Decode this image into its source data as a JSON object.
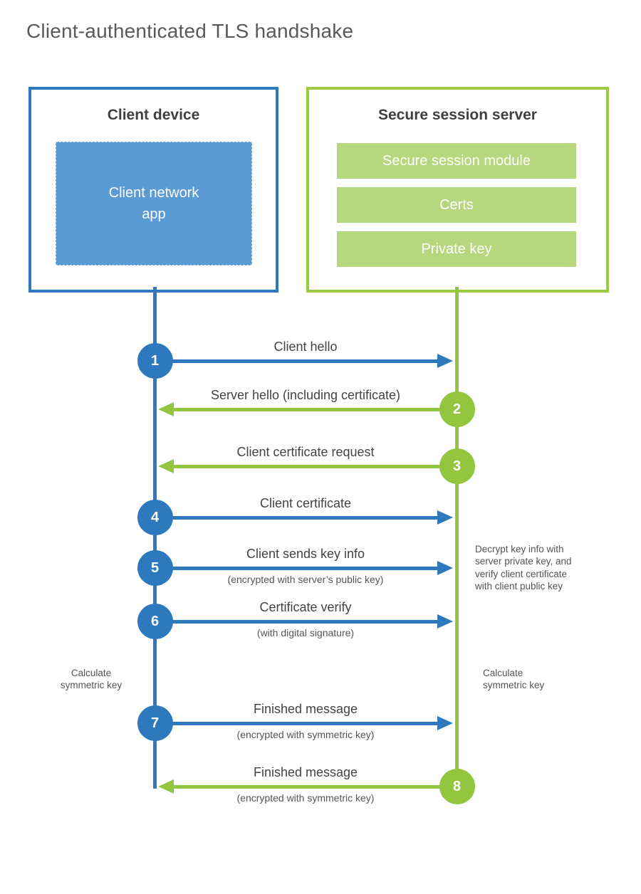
{
  "title": "Client-authenticated TLS handshake",
  "colors": {
    "blue": "#2e79bd",
    "blue_light": "#5b9bd5",
    "green": "#92c63e",
    "green_border": "#9cca43",
    "green_light": "#b6d77d",
    "heading_text": "#3f4042",
    "label_text": "#414345",
    "note_text": "#535557",
    "title_text": "#58595b"
  },
  "client": {
    "title": "Client device",
    "app_label": "Client network\napp"
  },
  "server": {
    "title": "Secure session server",
    "modules": [
      "Secure session module",
      "Certs",
      "Private key"
    ]
  },
  "steps": [
    {
      "num": "1",
      "from": "client",
      "label": "Client hello",
      "sub": ""
    },
    {
      "num": "2",
      "from": "server",
      "label": "Server hello (including certificate)",
      "sub": ""
    },
    {
      "num": "3",
      "from": "server",
      "label": "Client certificate request",
      "sub": ""
    },
    {
      "num": "4",
      "from": "client",
      "label": "Client certificate",
      "sub": ""
    },
    {
      "num": "5",
      "from": "client",
      "label": "Client sends key info",
      "sub": "(encrypted with server’s public key)"
    },
    {
      "num": "6",
      "from": "client",
      "label": "Certificate verify",
      "sub": "(with digital signature)"
    },
    {
      "num": "7",
      "from": "client",
      "label": "Finished message",
      "sub": "(encrypted with symmetric key)"
    },
    {
      "num": "8",
      "from": "server",
      "label": "Finished message",
      "sub": "(encrypted with symmetric key)"
    }
  ],
  "annotations": {
    "server_note": "Decrypt key info with\nserver private key, and\nverify client certificate\nwith client public key",
    "client_calc": "Calculate\nsymmetric key",
    "server_calc": "Calculate\nsymmetric key"
  }
}
